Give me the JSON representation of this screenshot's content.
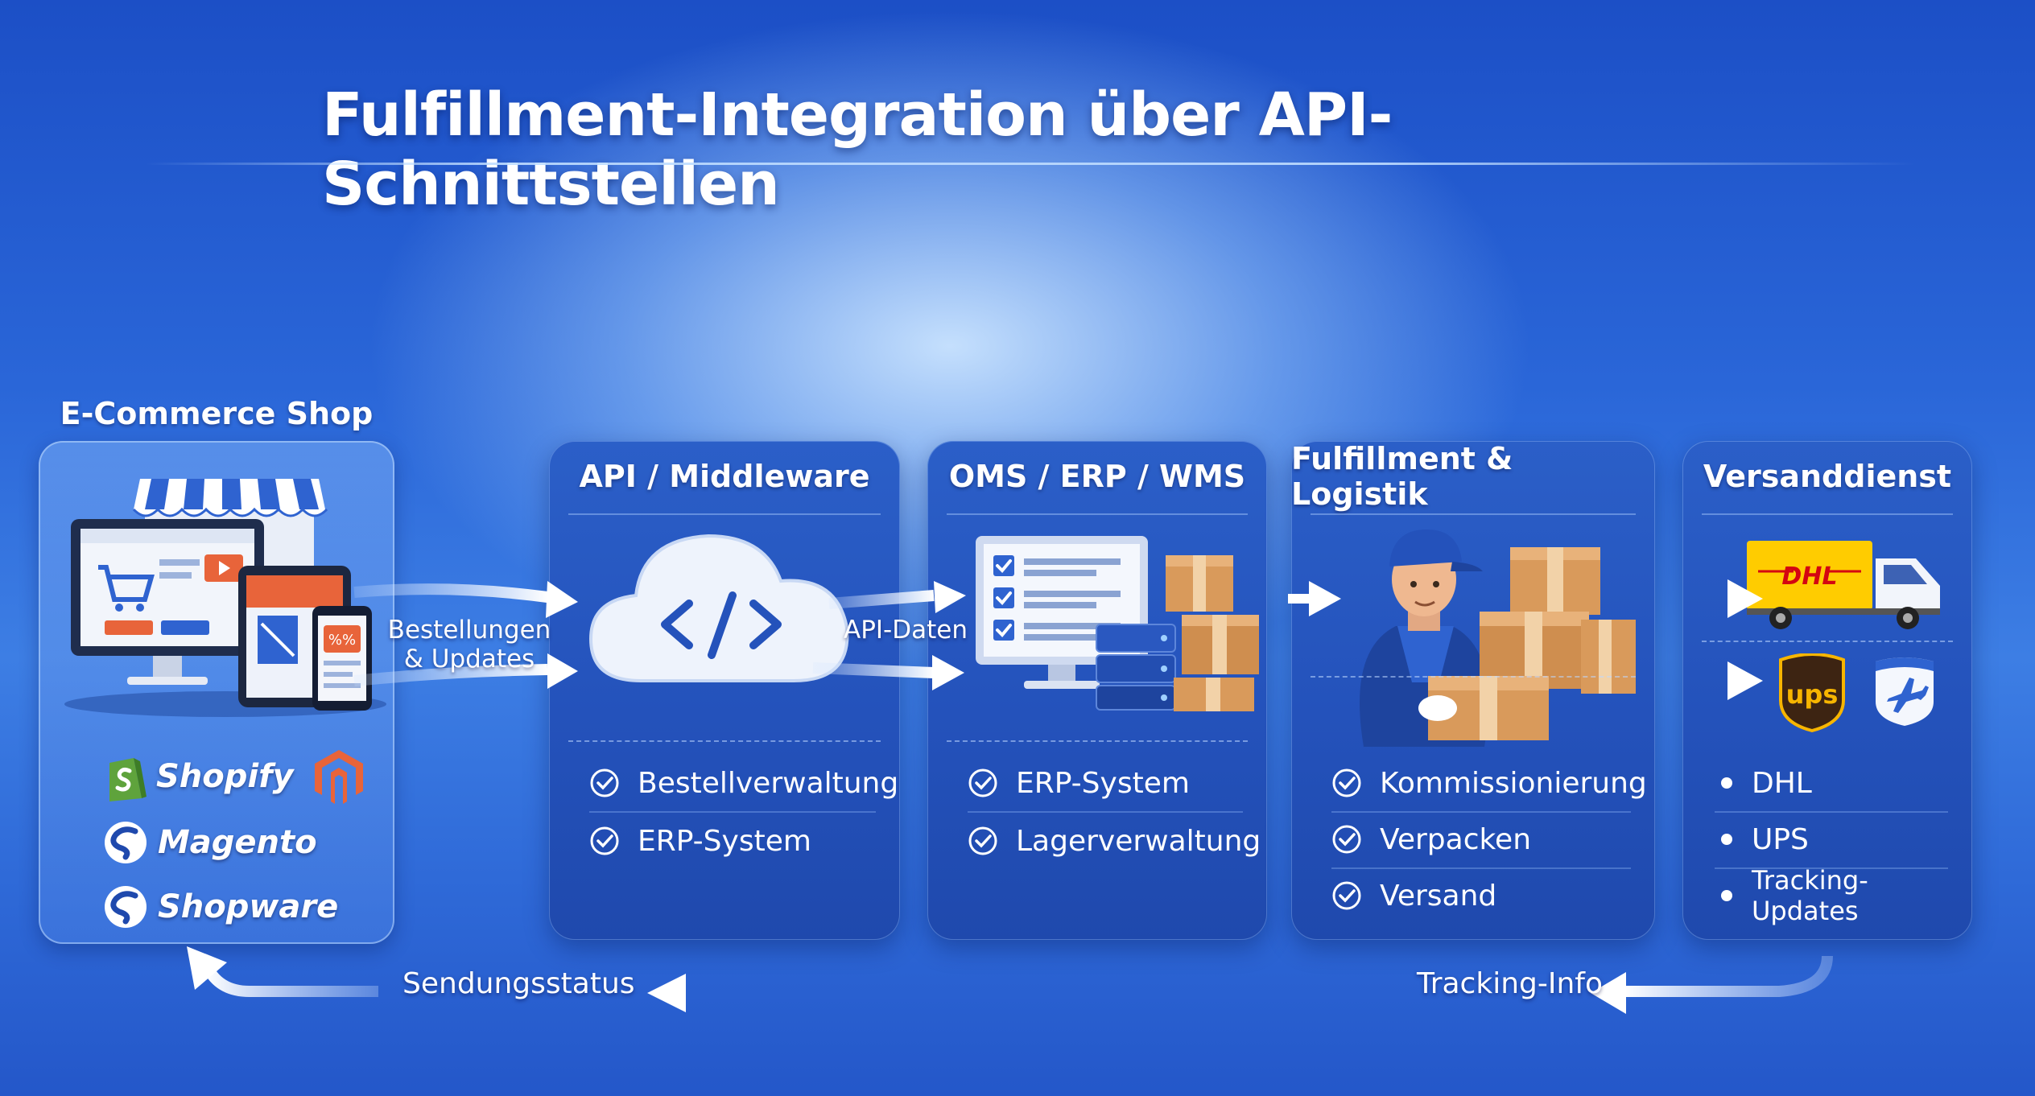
{
  "title": "Fulfillment-Integration über API-Schnittstellen",
  "shop": {
    "label": "E-Commerce Shop",
    "platforms": [
      "Shopify",
      "Magento",
      "Shopware"
    ],
    "device_badge": "%%"
  },
  "flows": {
    "orders": "Bestellungen\n& Updates",
    "api_data": "API-Daten",
    "shipment_status": "Sendungsstatus",
    "tracking_info": "Tracking-Info"
  },
  "panels": [
    {
      "id": "api",
      "title": "API / Middleware",
      "items": [
        "Bestellverwaltung",
        "ERP-System"
      ],
      "marker": "check"
    },
    {
      "id": "oms",
      "title": "OMS / ERP / WMS",
      "items": [
        "ERP-System",
        "Lagerverwaltung"
      ],
      "marker": "check"
    },
    {
      "id": "fulfillment",
      "title": "Fulfillment & Logistik",
      "items": [
        "Kommissionierung",
        "Verpacken",
        "Versand"
      ],
      "marker": "check"
    },
    {
      "id": "carrier",
      "title": "Versanddienst",
      "items": [
        "DHL",
        "UPS",
        "Tracking-Updates"
      ],
      "marker": "bullet"
    }
  ],
  "carriers": {
    "dhl": "DHL",
    "ups": "ups"
  },
  "colors": {
    "panel": "#2452bb",
    "accent_orange": "#e8643a",
    "dhl_yellow": "#ffcc00",
    "dhl_red": "#d40511",
    "ups_brown": "#3d2412",
    "ups_gold": "#f7b500",
    "box": "#d99a5b"
  },
  "icons": [
    "shop-awning-icon",
    "monitor-icon",
    "tablet-icon",
    "phone-icon",
    "shopify-icon",
    "magento-icon",
    "shopware-icon",
    "cloud-code-icon",
    "checklist-monitor-icon",
    "server-icon",
    "parcel-icon",
    "worker-icon",
    "truck-icon",
    "ups-logo-icon",
    "airmail-icon",
    "check-circle-icon",
    "arrow-icon"
  ]
}
